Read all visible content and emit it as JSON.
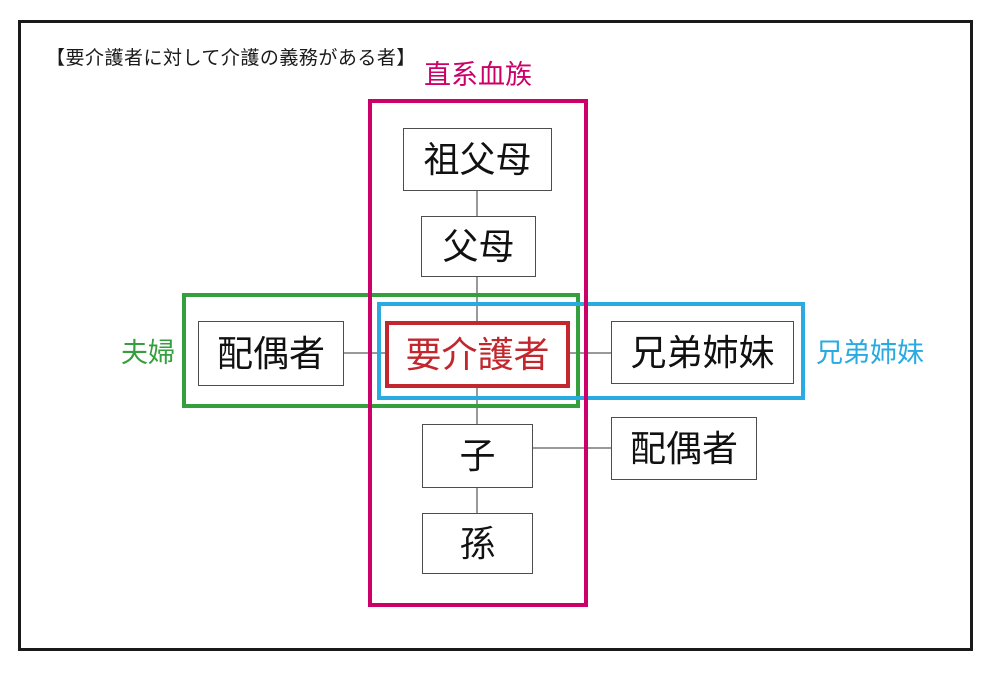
{
  "page": {
    "title": "【要介護者に対して介護の義務がある者】"
  },
  "groups": [
    {
      "id": "direct-bloodline",
      "label": "直系血族",
      "color": "#cb0068"
    },
    {
      "id": "married-couple",
      "label": "夫婦",
      "color": "#33a03d"
    },
    {
      "id": "siblings",
      "label": "兄弟姉妹",
      "color": "#29abe2"
    }
  ],
  "nodes": {
    "grandparents": "祖父母",
    "parents": "父母",
    "care_recipient": "要介護者",
    "spouse": "配偶者",
    "siblings": "兄弟姉妹",
    "child": "子",
    "child_spouse": "配偶者",
    "grandchild": "孫"
  },
  "colors": {
    "care_recipient_highlight": "#c1272d",
    "connector_line": "#999999",
    "node_border": "#4d4d4d",
    "outer_frame": "#1a1a1a",
    "background": "#ffffff"
  }
}
